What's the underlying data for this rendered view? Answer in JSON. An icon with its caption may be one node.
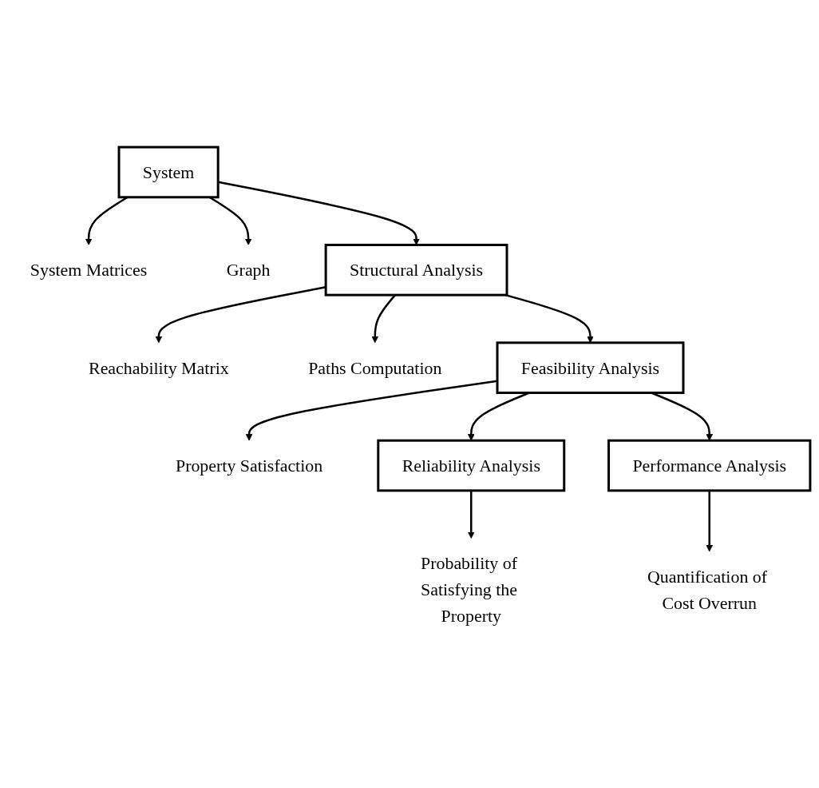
{
  "diagram": {
    "nodes": [
      {
        "text": [
          "System"
        ]
      },
      {
        "text": [
          "System Matrices"
        ]
      },
      {
        "text": [
          "Graph"
        ]
      },
      {
        "text": [
          "Structural Analysis"
        ]
      },
      {
        "text": [
          "Reachability Matrix"
        ]
      },
      {
        "text": [
          "Paths Computation"
        ]
      },
      {
        "text": [
          "Feasibility Analysis"
        ]
      },
      {
        "text": [
          "Property Satisfaction"
        ]
      },
      {
        "text": [
          "Reliability Analysis"
        ]
      },
      {
        "text": [
          "Performance Analysis"
        ]
      },
      {
        "text": [
          "Probability of Satisfying the Property"
        ]
      },
      {
        "text": [
          "Quantification of Cost Overrun"
        ]
      }
    ],
    "edges": [
      {
        "from": 0,
        "to": 1,
        "arrow": "to"
      },
      {
        "from": 0,
        "to": 2,
        "arrow": "to"
      },
      {
        "from": 0,
        "to": 3,
        "arrow": "to"
      },
      {
        "from": 3,
        "to": 4,
        "arrow": "to"
      },
      {
        "from": 3,
        "to": 5,
        "arrow": "to"
      },
      {
        "from": 3,
        "to": 6,
        "arrow": "to"
      },
      {
        "from": 6,
        "to": 7,
        "arrow": "to"
      },
      {
        "from": 6,
        "to": 8,
        "arrow": "to"
      },
      {
        "from": 6,
        "to": 9,
        "arrow": "to"
      },
      {
        "from": 8,
        "to": 10,
        "arrow": "to"
      },
      {
        "from": 9,
        "to": 11,
        "arrow": "to"
      }
    ]
  }
}
